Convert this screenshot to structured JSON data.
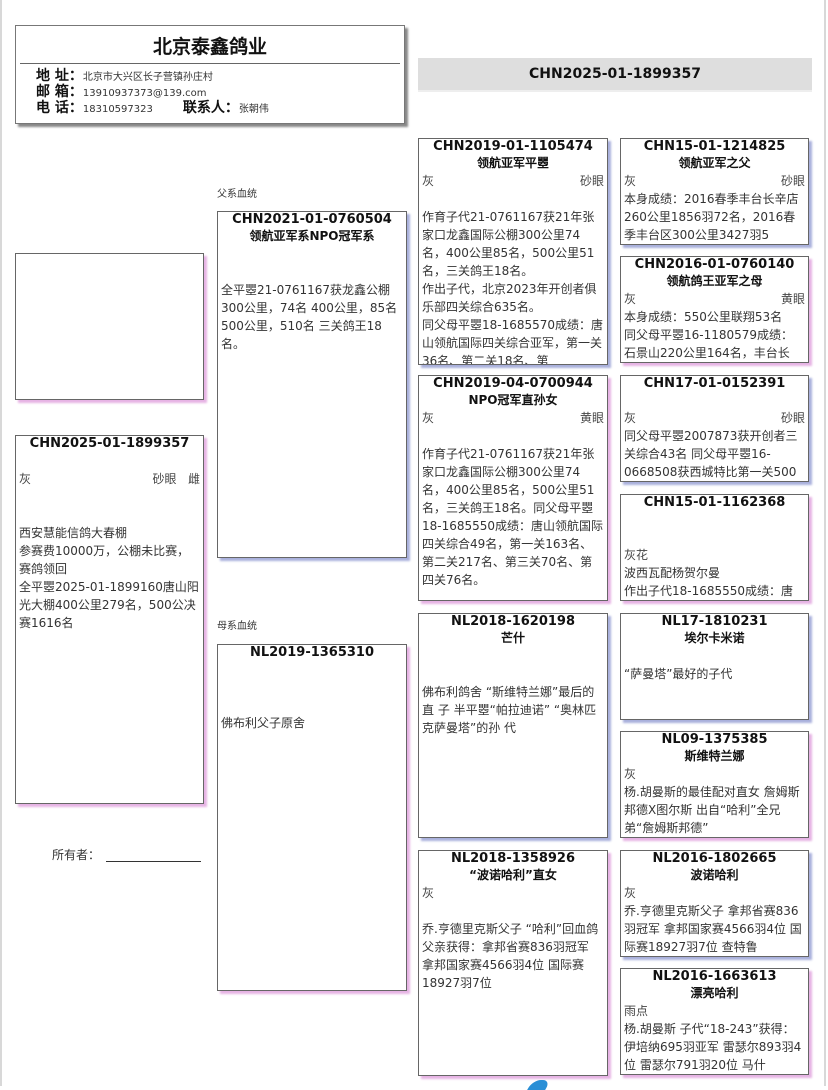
{
  "header": {
    "title": "北京泰鑫鸽业",
    "address_label": "地 址：",
    "address": "北京市大兴区长子营镇孙庄村",
    "email_label": "邮 箱：",
    "email": "13910937373@139.com",
    "phone_label": "电 话：",
    "phone": "18310597323",
    "contact_label": "联系人：",
    "contact": "张朝伟"
  },
  "banner_ring": "CHN2025-01-1899357",
  "labels": {
    "sire_line": "父系血统",
    "dam_line": "母系血统",
    "owner": "所有者："
  },
  "subject": {
    "ring": "CHN2025-01-1899357",
    "name": "",
    "color": "灰",
    "eye": "砂眼",
    "sex": "雌",
    "notes": "西安慧能信鸽大春棚\n参赛费10000万，公棚未比赛，赛鸽领回\n全平瞾2025-01-1899160唐山阳光大棚400公里279名，500公决赛1616名"
  },
  "birds": [
    {
      "ring": "CHN2021-01-0760504",
      "name": "领航亚军系NPO冠军系",
      "color": "",
      "eye": "",
      "notes": "全平瞾21-0761167获龙鑫公棚300公里，74名 400公里，85名 500公里，510名 三关鸽王18名。"
    },
    {
      "ring": "NL2019-1365310",
      "name": "",
      "color": "",
      "eye": "",
      "notes": "佛布利父子原舍"
    },
    {
      "ring": "CHN2019-01-1105474",
      "name": "领航亚军平瞾",
      "color": "灰",
      "eye": "砂眼",
      "notes": "作育子代21-0761167获21年张家口龙鑫国际公棚300公里74名，400公里85名，500公里51名，三关鸽王18名。\n作出子代，北京2023年开创者俱乐部四关综合635名。\n同父母平瞾18-1685570成绩：唐山领航国际四关综合亚军，第一关36名、第二关18名、第"
    },
    {
      "ring": "CHN2019-04-0700944",
      "name": "NPO冠军直孙女",
      "color": "灰",
      "eye": "黄眼",
      "notes": "作育子代21-0761167获21年张家口龙鑫国际公棚300公里74名，400公里85名，500公里51名，三关鸽王18名。同父母平瞾18-1685550成绩：唐山领航国际四关综合49名，第一关163名、第二关217名、第三关70名、第四关76名。"
    },
    {
      "ring": "NL2018-1620198",
      "name": "芒什",
      "color": "",
      "eye": "",
      "notes": "佛布利鸽舍 “斯维特兰娜”最后的直 子 半平瞾“帕拉迪诺” “奥林匹克萨曼塔”的孙 代"
    },
    {
      "ring": "NL2018-1358926",
      "name": "“波诺哈利”直女",
      "color": "灰",
      "eye": "",
      "notes": "乔.亨德里克斯父子 “哈利”回血鸽 父亲获得：拿邦省赛836羽冠军 拿邦国家赛4566羽4位 国际赛18927羽7位"
    },
    {
      "ring": "CHN15-01-1214825",
      "name": "领航亚军之父",
      "color": "灰",
      "eye": "砂眼",
      "notes": "本身成绩：2016春季丰台长辛店260公里1856羽72名，2016春季丰台区300公里3427羽5"
    },
    {
      "ring": "CHN2016-01-0760140",
      "name": "领航鸽王亚军之母",
      "color": "灰",
      "eye": "黄眼",
      "notes": "本身成绩：550公里联翔53名\n同父母平瞾16-1180579成绩：石景山220公里164名，丰台长"
    },
    {
      "ring": "CHN17-01-0152391",
      "name": "",
      "color": "灰",
      "eye": "砂眼",
      "notes": "同父母平瞾2007873获开创者三关综合43名 同父母平瞾16-0668508获西城特比第一关500"
    },
    {
      "ring": "CHN15-01-1162368",
      "name": "",
      "color": "灰花",
      "eye": "",
      "notes": "波西瓦配杨贺尔曼\n作出子代18-1685550成绩：唐山领航国际四关综合49名，第"
    },
    {
      "ring": "NL17-1810231",
      "name": "埃尔卡米诺",
      "color": "",
      "eye": "",
      "notes": "“萨曼塔”最好的子代"
    },
    {
      "ring": "NL09-1375385",
      "name": "斯维特兰娜",
      "color": "灰",
      "eye": "",
      "notes": "杨.胡曼斯的最佳配对直女 詹姆斯邦德X图尔斯 出自“哈利”全兄弟“詹姆斯邦德”"
    },
    {
      "ring": "NL2016-1802665",
      "name": "波诺哈利",
      "color": "灰",
      "eye": "",
      "notes": "乔.亨德里克斯父子 拿邦省赛836羽冠军 拿邦国家赛4566羽4位 国际赛18927羽7位 查特鲁"
    },
    {
      "ring": "NL2016-1663613",
      "name": "漂亮哈利",
      "color": "雨点",
      "eye": "",
      "notes": "杨.胡曼斯 子代“18-243”获得：伊培纳695羽亚军 雷瑟尔893羽4位 雷瑟尔791羽20位 马什"
    }
  ]
}
